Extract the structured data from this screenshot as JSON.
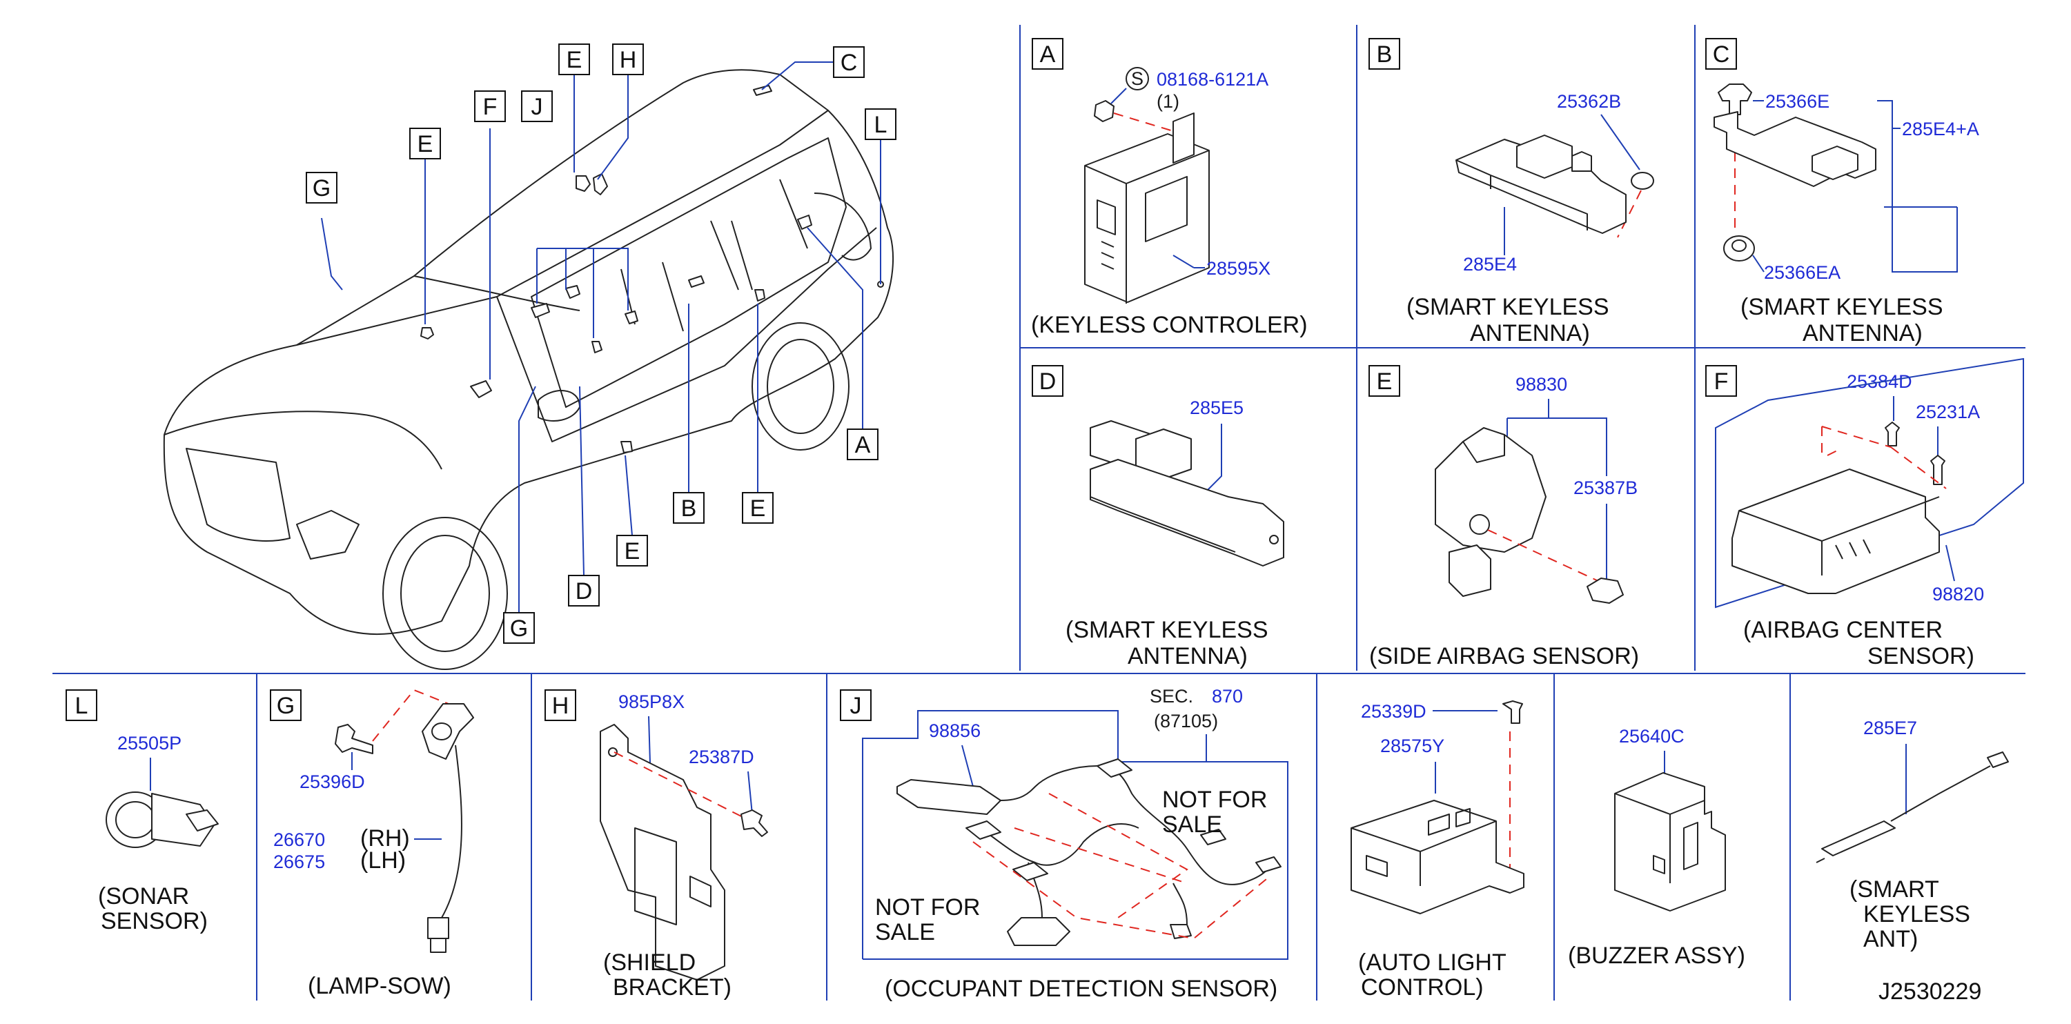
{
  "diagram_code": "J2530229",
  "vehicle_callouts": {
    "A": "A",
    "B": "B",
    "C": "C",
    "D": "D",
    "E1": "E",
    "E2": "E",
    "E3": "E",
    "E4": "E",
    "F": "F",
    "G1": "G",
    "G2": "G",
    "H": "H",
    "J": "J",
    "L": "L"
  },
  "panels": {
    "A": {
      "letter": "A",
      "s_mark": "S",
      "bolt": "08168-6121A",
      "qty": "(1)",
      "part": "28595X",
      "caption": "(KEYLESS    CONTROLER)"
    },
    "B": {
      "letter": "B",
      "nut": "25362B",
      "part": "285E4",
      "caption1": "(SMART    KEYLESS",
      "caption2": "ANTENNA)"
    },
    "C": {
      "letter": "C",
      "clip": "25366E",
      "assy": "285E4+A",
      "grommet": "25366EA",
      "caption1": "(SMART    KEYLESS",
      "caption2": "ANTENNA)"
    },
    "D": {
      "letter": "D",
      "part": "285E5",
      "caption1": "(SMART    KEYLESS",
      "caption2": "ANTENNA)"
    },
    "E": {
      "letter": "E",
      "part": "98830",
      "nut": "25387B",
      "caption": "(SIDE    AIRBAG    SENSOR)"
    },
    "F": {
      "letter": "F",
      "bolt1": "25384D",
      "bolt2": "25231A",
      "part": "98820",
      "caption1": "(AIRBAG    CENTER",
      "caption2": "SENSOR)"
    },
    "L": {
      "letter": "L",
      "part": "25505P",
      "caption1": "(SONAR",
      "caption2": "SENSOR)"
    },
    "G": {
      "letter": "G",
      "screw": "25396D",
      "part_rh": "26670",
      "rh": "(RH)",
      "part_lh": "26675",
      "lh": "(LH)",
      "caption": "(LAMP-SOW)"
    },
    "H": {
      "letter": "H",
      "bracket": "985P8X",
      "bolt": "25387D",
      "caption1": "(SHIELD",
      "caption2": "BRACKET)"
    },
    "J": {
      "letter": "J",
      "sec_label": "SEC.",
      "sec_num": "870",
      "sec_ref": "(87105)",
      "part": "98856",
      "nfs1a": "NOT   FOR",
      "nfs1b": "SALE",
      "nfs2a": "NOT   FOR",
      "nfs2b": "SALE",
      "caption": "(OCCUPANT    DETECTION    SENSOR)"
    },
    "AL": {
      "screw": "25339D",
      "part": "28575Y",
      "caption1": "(AUTO    LIGHT",
      "caption2": "CONTROL)"
    },
    "BZ": {
      "part": "25640C",
      "caption": "(BUZZER    ASSY)"
    },
    "ANT": {
      "part": "285E7",
      "caption1": "(SMART",
      "caption2": "KEYLESS",
      "caption3": "ANT)"
    }
  },
  "colors": {
    "frame": "#1f3fb4",
    "part_number": "#1f2bd6",
    "dashed_line": "#e0261f",
    "text": "#111111"
  }
}
